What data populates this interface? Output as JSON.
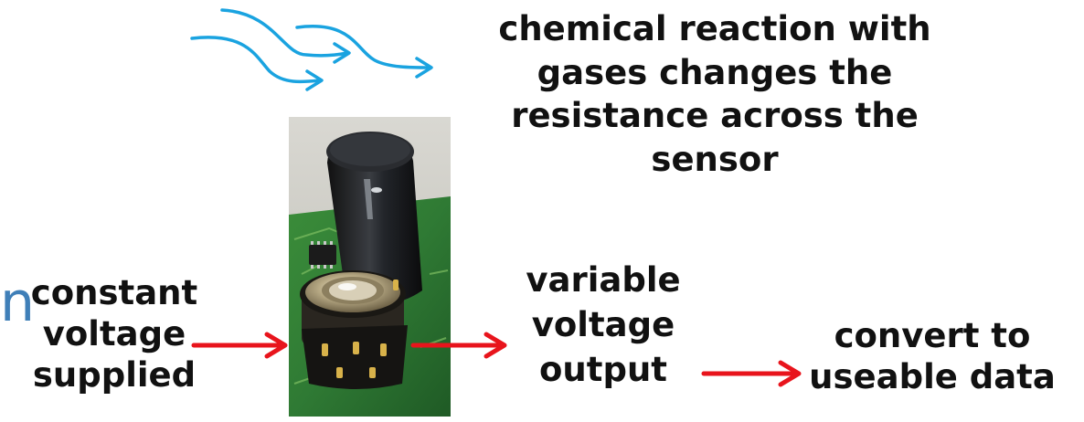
{
  "gas_label": "chemical reaction with\ngases changes the\nresistance across the\nsensor",
  "input_label": "constant\nvoltage\nsupplied",
  "output_label": "variable\nvoltage\noutput",
  "convert_label": "convert to\nuseable data",
  "partial_glyph": "n",
  "colors": {
    "gas_flow": "#1aa3e0",
    "arrow": "#e8141c",
    "text": "#111111",
    "partial_glyph": "#3f7fb8"
  },
  "icons": [
    "gas-flow-arrow-icon",
    "gas-flow-arrow-icon",
    "gas-flow-arrow-icon",
    "right-arrow-icon",
    "right-arrow-icon",
    "right-arrow-icon",
    "gas-sensor-photo"
  ]
}
